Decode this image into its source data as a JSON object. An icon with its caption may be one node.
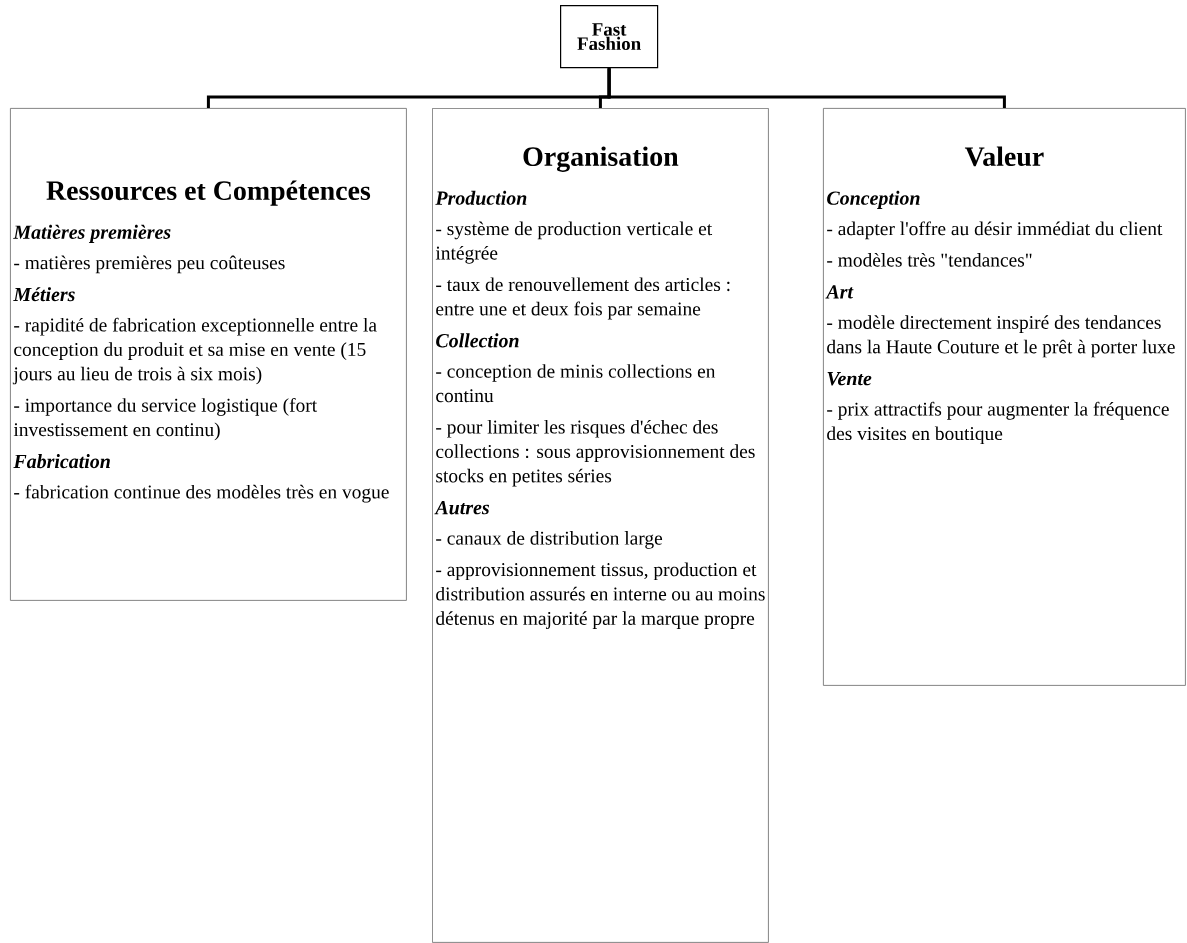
{
  "diagram": {
    "nodes": [
      {
        "text": [
          "Fast Fashion"
        ]
      },
      {
        "text": [
          "Ressources et Compétences",
          "Matières premières",
          "- matières premières peu coûteuses",
          "Métiers",
          "- rapidité de fabrication exceptionnelle entre la conception du produit et sa mise en vente (15 jours au lieu de trois à six mois)",
          "- importance du service logistique (fort investissement en continu)",
          "Fabrication",
          "- fabrication continue des modèles très  en vogue"
        ]
      },
      {
        "text": [
          "Organisation",
          "Production",
          "- système de production verticale et intégrée",
          "- taux de renouvellement des articles : entre une et deux fois par semaine",
          "Collection",
          " - conception de minis collections en continu",
          "- pour limiter les risques d'échec des collections : sous approvisionnement des stocks en petites séries",
          "Autres",
          "- canaux de distribution large",
          "- approvisionnement tissus, production et distribution assurés en interne ou au moins détenus en majorité par la marque propre"
        ]
      },
      {
        "text": [
          "Valeur",
          "Conception",
          "- adapter l'offre au désir immédiat du client",
          "- modèles très \"tendances\"",
          "Art",
          "- modèle directement inspiré des tendances dans la Haute Couture et le prêt à porter luxe",
          "Vente",
          "- prix attractifs pour augmenter la fréquence des visites en boutique"
        ]
      }
    ],
    "edges": [
      {
        "from": 0,
        "to": 1,
        "arrow": "none"
      },
      {
        "from": 0,
        "to": 2,
        "arrow": "none"
      },
      {
        "from": 0,
        "to": 3,
        "arrow": "none"
      }
    ]
  }
}
